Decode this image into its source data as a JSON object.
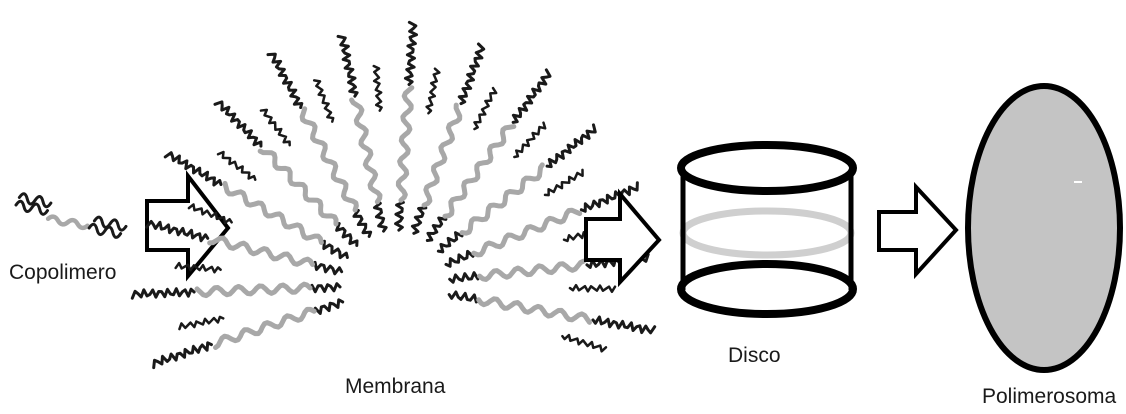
{
  "stages": [
    {
      "id": "copolymer",
      "label": "Copolimero"
    },
    {
      "id": "membrane",
      "label": "Membrana"
    },
    {
      "id": "disc",
      "label": "Disco"
    },
    {
      "id": "polymersome",
      "label": "Polimerosoma"
    }
  ],
  "colors": {
    "background": "#ffffff",
    "outline": "#000000",
    "hydrophobic_block": "#a8a8a8",
    "hydrophilic_block": "#1a1a1a",
    "polymersome_fill": "#c4c4c4",
    "disc_band": "#cfcfcf"
  },
  "icons": [
    "right-arrow-icon",
    "copolymer-chain-icon",
    "membrane-bilayer-icon",
    "disc-cylinder-icon",
    "polymersome-vesicle-icon"
  ]
}
